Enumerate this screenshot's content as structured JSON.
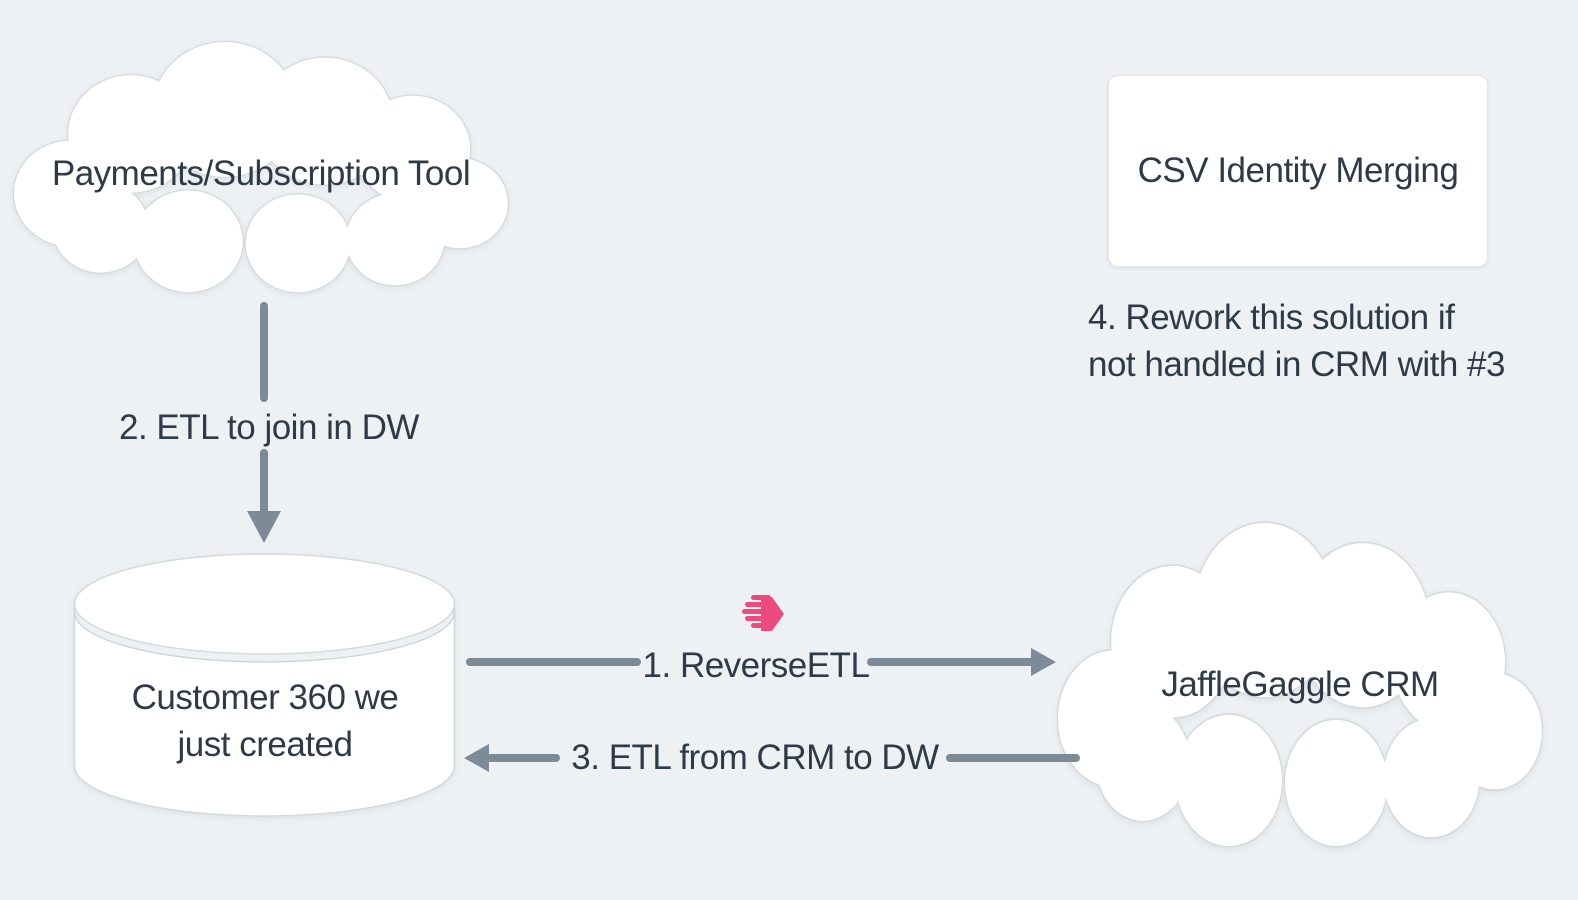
{
  "diagram": {
    "nodes": {
      "payments": {
        "shape": "cloud",
        "label": "Payments/Subscription Tool"
      },
      "csv_merging": {
        "shape": "rectangle",
        "label": "CSV Identity Merging"
      },
      "customer360": {
        "shape": "cylinder",
        "label_line1": "Customer 360 we",
        "label_line2": "just created"
      },
      "jafflegaggle_crm": {
        "shape": "cloud",
        "label": "JaffleGaggle CRM"
      }
    },
    "edges": {
      "reverse_etl": {
        "label": "1. ReverseETL",
        "from": "customer360",
        "to": "jafflegaggle_crm",
        "direction": "right"
      },
      "etl_join": {
        "label": "2. ETL to join in DW",
        "from": "payments",
        "to": "customer360",
        "direction": "down"
      },
      "etl_return": {
        "label": "3. ETL from CRM to DW",
        "from": "jafflegaggle_crm",
        "to": "customer360",
        "direction": "left"
      }
    },
    "note": {
      "line1": "4. Rework this solution if",
      "line2": "not handled in CRM with #3"
    },
    "icons": {
      "reverse_etl_logo": "census-speed-arrow-icon"
    },
    "colors": {
      "background": "#edf1f4",
      "node_fill": "#ffffff",
      "node_border": "#d8dde2",
      "arrow": "#7d8a98",
      "text": "#2e3a47",
      "accent_pink": "#ed4b7e"
    }
  }
}
